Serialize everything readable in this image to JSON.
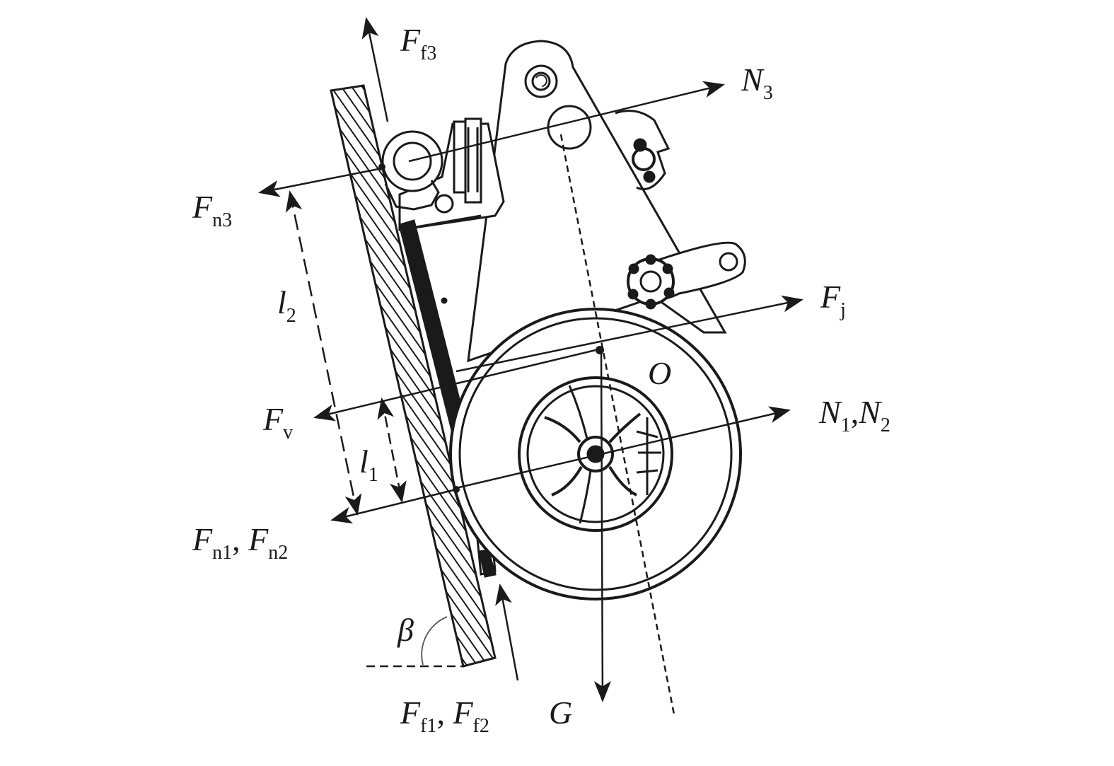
{
  "labels": {
    "ff3": {
      "main": "F",
      "sub": "f3"
    },
    "n3": {
      "main": "N",
      "sub": "3"
    },
    "fn3": {
      "main": "F",
      "sub": "n3"
    },
    "fj": {
      "main": "F",
      "sub": "j"
    },
    "o": {
      "main": "O"
    },
    "l2": {
      "main": "l",
      "sub": "2"
    },
    "fv": {
      "main": "F",
      "sub": "v"
    },
    "n12": {
      "main1": "N",
      "sub1": "1",
      "sep": ",",
      "main2": "N",
      "sub2": "2"
    },
    "l1": {
      "main": "l",
      "sub": "1"
    },
    "fn12": {
      "main1": "F",
      "sub1": "n1",
      "sep": ", ",
      "main2": "F",
      "sub2": "n2"
    },
    "beta": {
      "main": "β"
    },
    "ff12": {
      "main1": "F",
      "sub1": "f1",
      "sep": ", ",
      "main2": "F",
      "sub2": "f2"
    },
    "g": {
      "main": "G"
    }
  },
  "colors": {
    "ink": "#1a1a1a",
    "background": "#ffffff"
  }
}
